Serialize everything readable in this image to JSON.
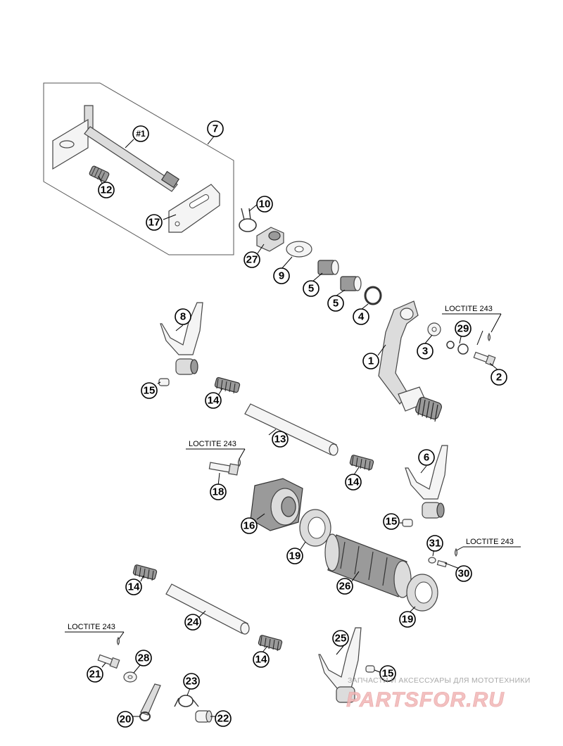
{
  "callouts": {
    "c1": "1",
    "c2": "2",
    "c3": "3",
    "c4": "4",
    "c5a": "5",
    "c5b": "5",
    "c6": "6",
    "c7": "7",
    "c8": "8",
    "c9": "9",
    "c10": "10",
    "c12": "12",
    "c13": "13",
    "c14a": "14",
    "c14b": "14",
    "c14c": "14",
    "c14d": "14",
    "c15a": "15",
    "c15b": "15",
    "c15c": "15",
    "c16": "16",
    "c17": "17",
    "c18": "18",
    "c19a": "19",
    "c19b": "19",
    "c20": "20",
    "c21": "21",
    "c22": "22",
    "c23": "23",
    "c24": "24",
    "c25": "25",
    "c26": "26",
    "c27": "27",
    "c28": "28",
    "c29": "29",
    "c30": "30",
    "c31": "31",
    "c_hash1": "#1"
  },
  "loctite": {
    "l1": "LOCTITE 243",
    "l2": "LOCTITE 243",
    "l3": "LOCTITE 243",
    "l4": "LOCTITE 243"
  },
  "watermark": {
    "tagline": "ЗАПЧАСТИ И АКСЕССУАРЫ ДЛЯ МОТОТЕХНИКИ",
    "logo": "PARTSFOR.RU"
  }
}
